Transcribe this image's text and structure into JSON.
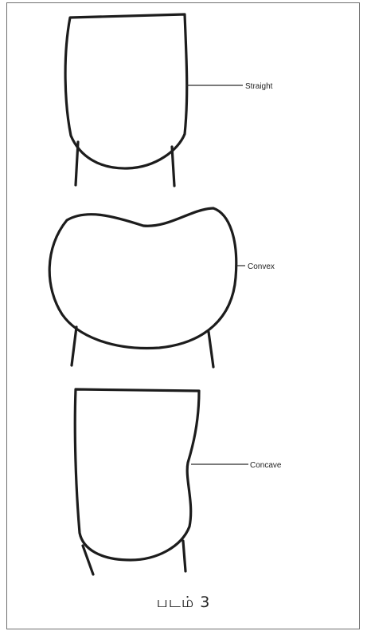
{
  "labels": {
    "straight": "Straight",
    "convex": "Convex",
    "concave": "Concave"
  },
  "caption": "படம் 3"
}
